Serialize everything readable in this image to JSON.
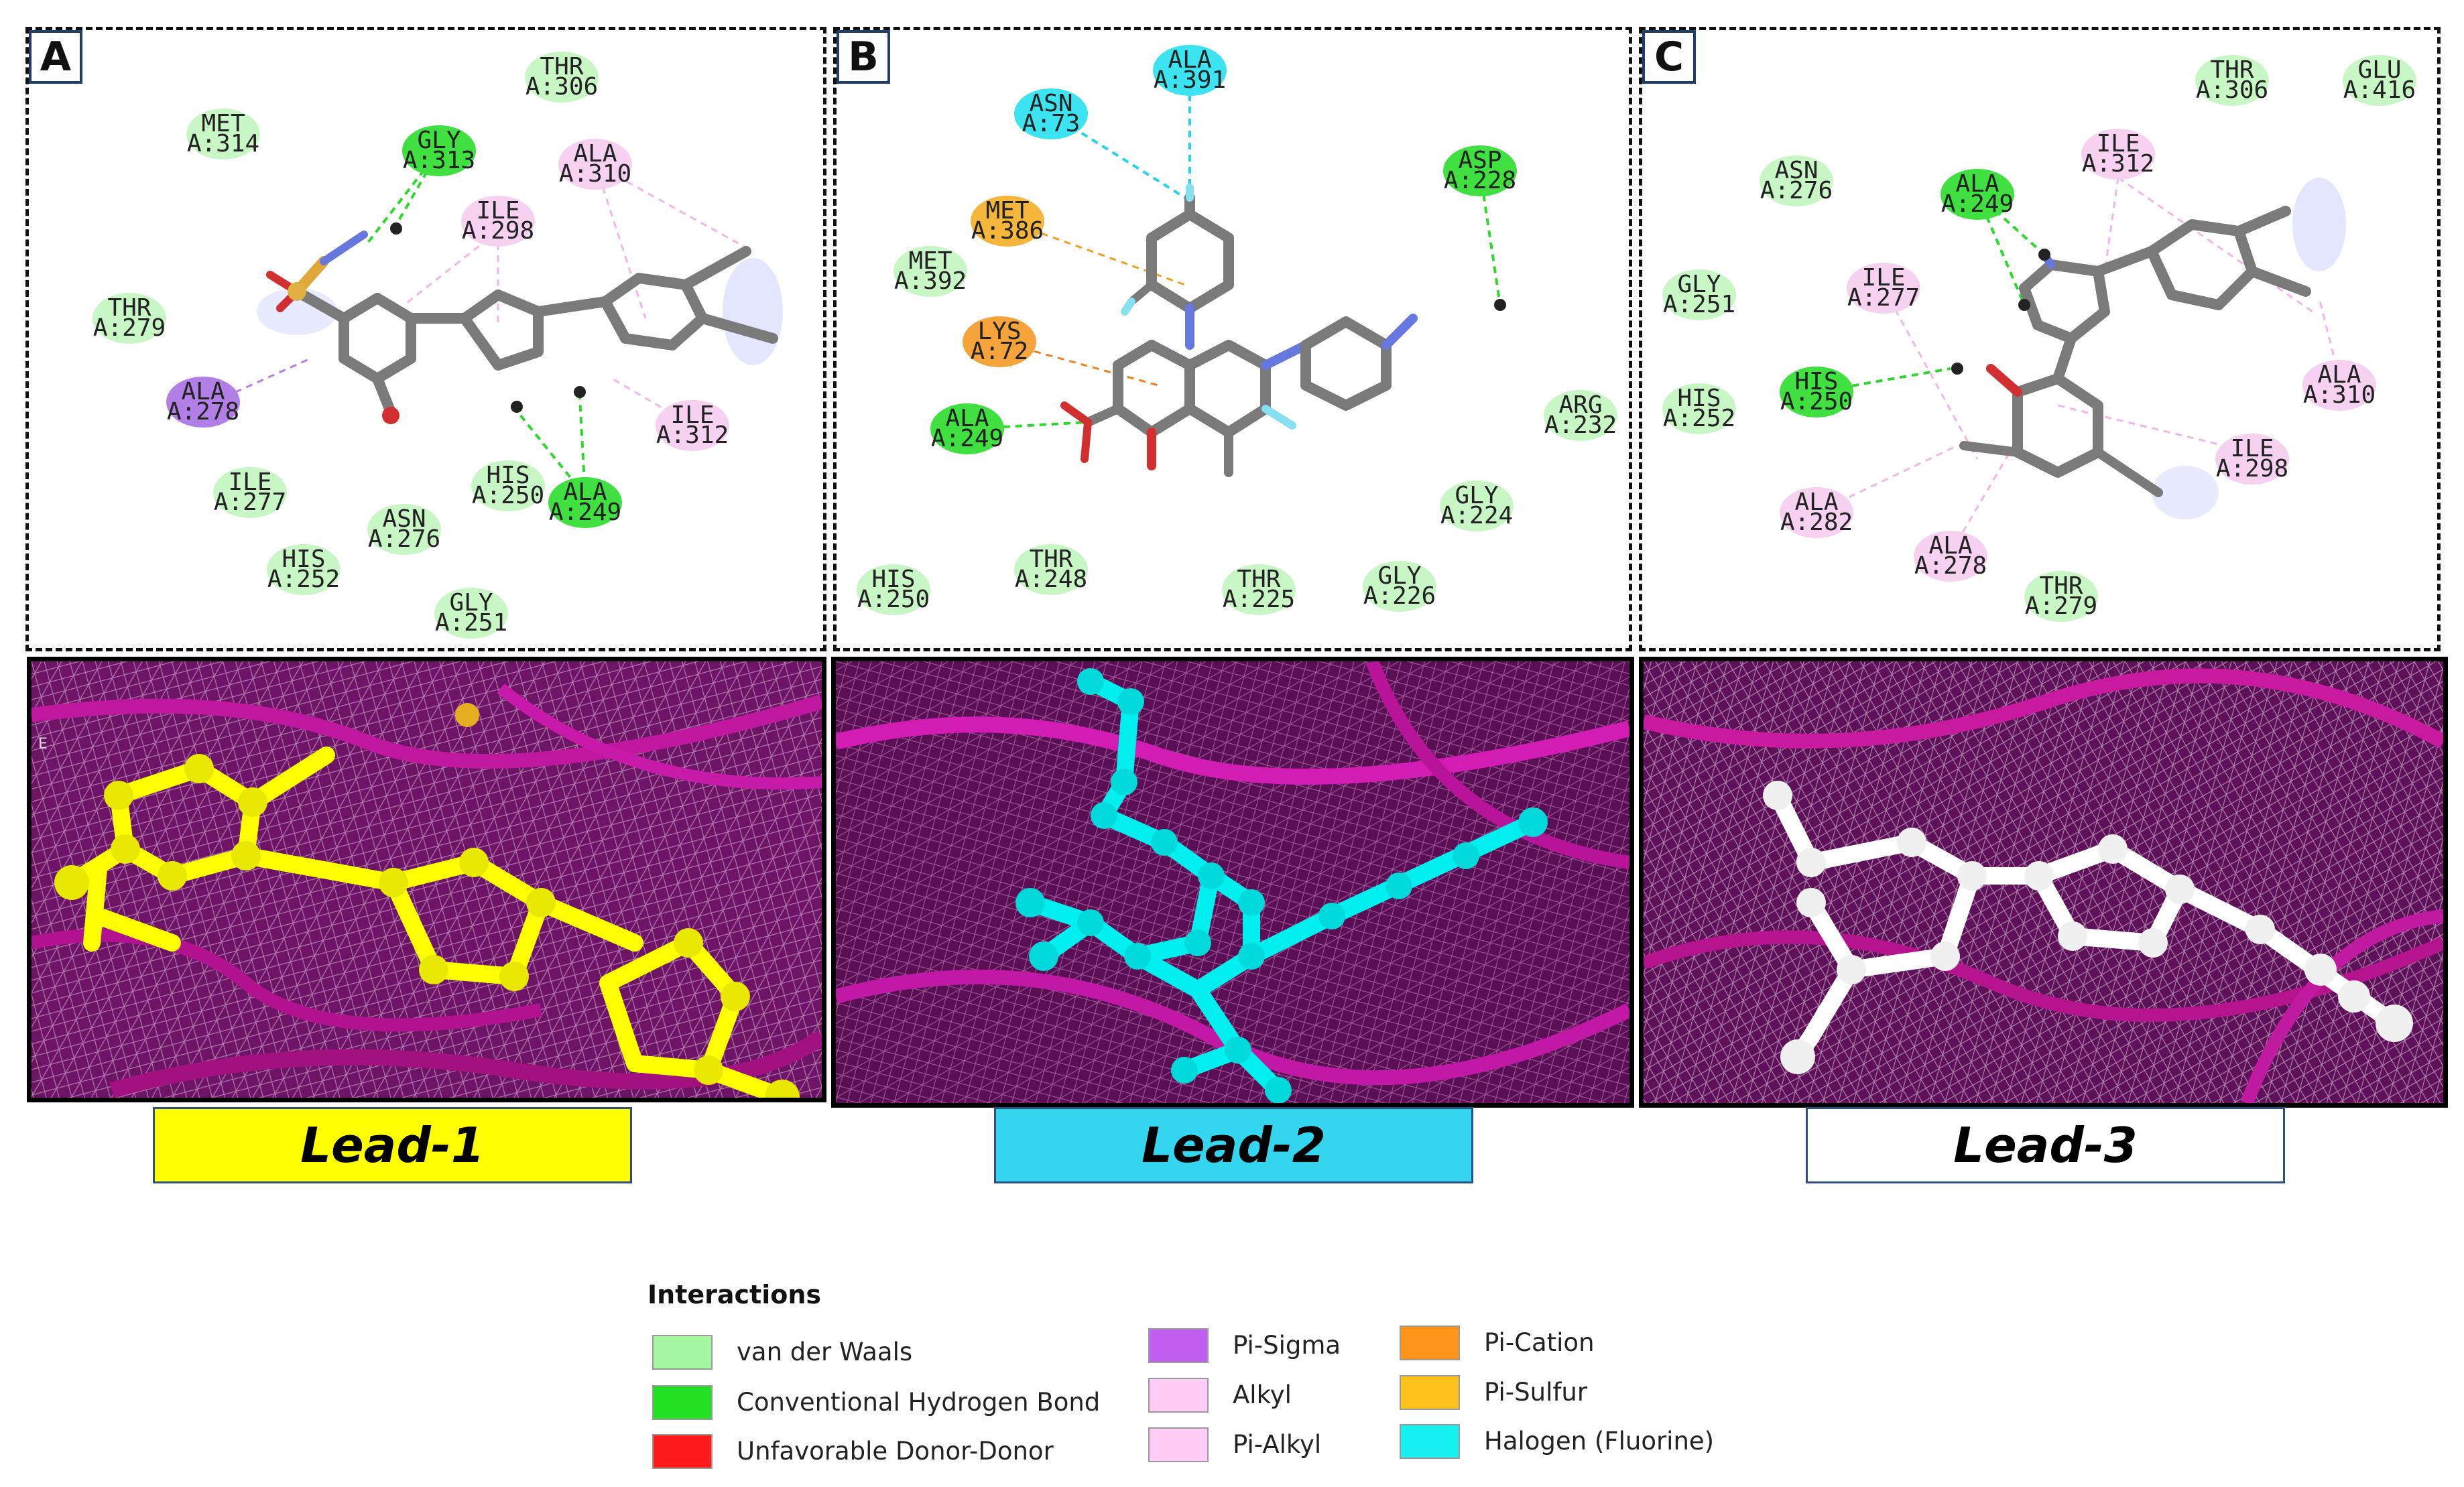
{
  "panels": [
    {
      "letter": "A",
      "residues": [
        {
          "name": "THR",
          "id": "A:306",
          "type": "vdw"
        },
        {
          "name": "MET",
          "id": "A:314",
          "type": "vdw"
        },
        {
          "name": "GLY",
          "id": "A:313",
          "type": "hbond"
        },
        {
          "name": "ALA",
          "id": "A:310",
          "type": "alkyl"
        },
        {
          "name": "ILE",
          "id": "A:298",
          "type": "alkyl"
        },
        {
          "name": "THR",
          "id": "A:279",
          "type": "vdw"
        },
        {
          "name": "ALA",
          "id": "A:278",
          "type": "pisigma"
        },
        {
          "name": "ILE",
          "id": "A:312",
          "type": "alkyl"
        },
        {
          "name": "ILE",
          "id": "A:277",
          "type": "vdw"
        },
        {
          "name": "HIS",
          "id": "A:250",
          "type": "vdw"
        },
        {
          "name": "ALA",
          "id": "A:249",
          "type": "hbond"
        },
        {
          "name": "ASN",
          "id": "A:276",
          "type": "vdw"
        },
        {
          "name": "HIS",
          "id": "A:252",
          "type": "vdw"
        },
        {
          "name": "GLY",
          "id": "A:251",
          "type": "vdw"
        }
      ]
    },
    {
      "letter": "B",
      "residues": [
        {
          "name": "ALA",
          "id": "A:391",
          "type": "halogen"
        },
        {
          "name": "ASN",
          "id": "A:73",
          "type": "halogen"
        },
        {
          "name": "ASP",
          "id": "A:228",
          "type": "hbond"
        },
        {
          "name": "MET",
          "id": "A:386",
          "type": "pisulfur"
        },
        {
          "name": "MET",
          "id": "A:392",
          "type": "vdw"
        },
        {
          "name": "LYS",
          "id": "A:72",
          "type": "pication"
        },
        {
          "name": "ALA",
          "id": "A:249",
          "type": "hbond"
        },
        {
          "name": "ARG",
          "id": "A:232",
          "type": "vdw"
        },
        {
          "name": "GLY",
          "id": "A:224",
          "type": "vdw"
        },
        {
          "name": "HIS",
          "id": "A:250",
          "type": "vdw"
        },
        {
          "name": "THR",
          "id": "A:248",
          "type": "vdw"
        },
        {
          "name": "THR",
          "id": "A:225",
          "type": "vdw"
        },
        {
          "name": "GLY",
          "id": "A:226",
          "type": "vdw"
        }
      ]
    },
    {
      "letter": "C",
      "residues": [
        {
          "name": "THR",
          "id": "A:306",
          "type": "vdw"
        },
        {
          "name": "GLU",
          "id": "A:416",
          "type": "vdw"
        },
        {
          "name": "ASN",
          "id": "A:276",
          "type": "vdw"
        },
        {
          "name": "ALA",
          "id": "A:249",
          "type": "hbond"
        },
        {
          "name": "ILE",
          "id": "A:312",
          "type": "alkyl"
        },
        {
          "name": "GLY",
          "id": "A:251",
          "type": "vdw"
        },
        {
          "name": "ILE",
          "id": "A:277",
          "type": "alkyl"
        },
        {
          "name": "HIS",
          "id": "A:252",
          "type": "vdw"
        },
        {
          "name": "HIS",
          "id": "A:250",
          "type": "hbond"
        },
        {
          "name": "ALA",
          "id": "A:310",
          "type": "alkyl"
        },
        {
          "name": "ILE",
          "id": "A:298",
          "type": "alkyl"
        },
        {
          "name": "ALA",
          "id": "A:282",
          "type": "alkyl"
        },
        {
          "name": "ALA",
          "id": "A:278",
          "type": "alkyl"
        },
        {
          "name": "THR",
          "id": "A:279",
          "type": "vdw"
        }
      ]
    }
  ],
  "panel3d_corner_label": "E",
  "leads": [
    {
      "label": "Lead-1",
      "color": "#ffff00"
    },
    {
      "label": "Lead-2",
      "color": "#33d6ee"
    },
    {
      "label": "Lead-3",
      "color": "#ffffff"
    }
  ],
  "legend": {
    "title": "Interactions",
    "items": [
      {
        "label": "van der Waals",
        "color": "#a3f7a0"
      },
      {
        "label": "Conventional Hydrogen Bond",
        "color": "#22e022"
      },
      {
        "label": "Unfavorable Donor-Donor",
        "color": "#ff1a1a"
      },
      {
        "label": "Pi-Sigma",
        "color": "#c05ff0"
      },
      {
        "label": "Alkyl",
        "color": "#ffcdf5"
      },
      {
        "label": "Pi-Alkyl",
        "color": "#ffcdf5"
      },
      {
        "label": "Pi-Cation",
        "color": "#ff9418"
      },
      {
        "label": "Pi-Sulfur",
        "color": "#ffc21a"
      },
      {
        "label": "Halogen (Fluorine)",
        "color": "#16f0f0"
      }
    ]
  },
  "type_colors": {
    "vdw": "#c8f7c5",
    "hbond": "#3fe03f",
    "alkyl": "#f6d1f0",
    "pisigma": "#b27fe6",
    "halogen": "#3ce3f0",
    "pisulfur": "#f5b63c",
    "pication": "#f7a33c"
  }
}
